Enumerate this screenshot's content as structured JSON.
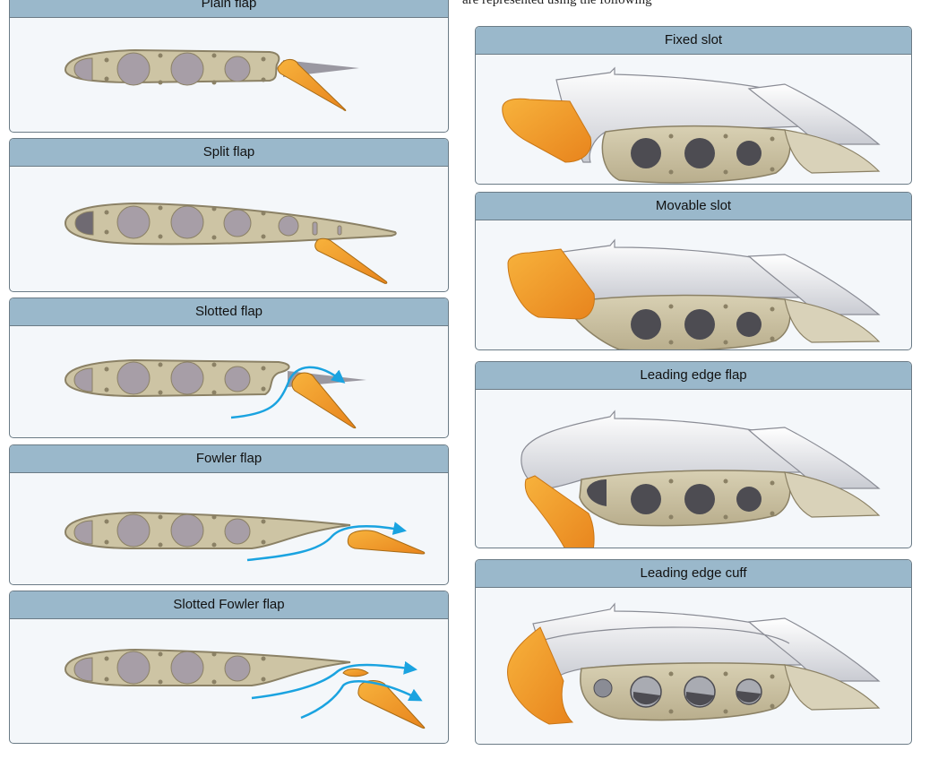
{
  "top_caption": "are represented using the following",
  "colors": {
    "header_bg": "#9ab8cb",
    "panel_bg": "#f4f7fa",
    "airfoil_fill": "#cdc4a4",
    "airfoil_stroke": "#8b8165",
    "hole_fill": "#a79ea7",
    "flap_orange": "#f29a2e",
    "airflow_blue": "#1aa3e0",
    "skin_grey": "#d6d7dc"
  },
  "left_column": {
    "panels": [
      {
        "title": "Plain flap"
      },
      {
        "title": "Split flap"
      },
      {
        "title": "Slotted flap"
      },
      {
        "title": "Fowler flap"
      },
      {
        "title": "Slotted Fowler flap"
      }
    ]
  },
  "right_column": {
    "panels": [
      {
        "title": "Fixed slot"
      },
      {
        "title": "Movable slot"
      },
      {
        "title": "Leading edge flap"
      },
      {
        "title": "Leading edge cuff"
      }
    ]
  }
}
